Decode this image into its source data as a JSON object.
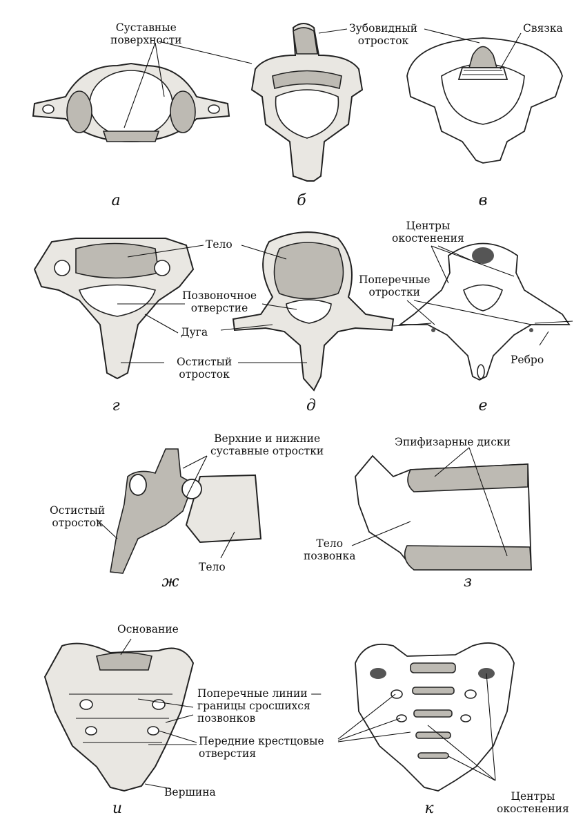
{
  "panels": {
    "a": {
      "letter": "а",
      "labels": {
        "articular": [
          "Суставные",
          "поверхности"
        ]
      }
    },
    "b": {
      "letter": "б",
      "labels": {
        "dens": [
          "Зубовидный",
          "отросток"
        ]
      }
    },
    "v": {
      "letter": "в",
      "labels": {
        "ligament": "Связка"
      }
    },
    "g": {
      "letter": "г"
    },
    "d": {
      "letter": "д"
    },
    "e": {
      "letter": "е",
      "labels": {
        "centers": [
          "Центры",
          "окостенения"
        ],
        "transverse": [
          "Поперечные",
          "отростки"
        ],
        "rib": "Ребро"
      }
    },
    "zh": {
      "letter": "ж",
      "labels": {
        "processes": [
          "Верхние и нижние",
          "суставные отростки"
        ],
        "spinous": [
          "Остистый",
          "отросток"
        ],
        "body": "Тело"
      }
    },
    "z": {
      "letter": "з",
      "labels": {
        "epiphyseal": "Эпифизарные диски",
        "vertebral_body": [
          "Тело",
          "позвонка"
        ]
      }
    },
    "i": {
      "letter": "и",
      "labels": {
        "base": "Основание",
        "lines": [
          "Поперечные линии —",
          "границы сросшихся",
          "позвонков"
        ],
        "foramina": [
          "Передние крестцовые",
          "отверстия"
        ],
        "apex": "Вершина"
      }
    },
    "k": {
      "letter": "к",
      "labels": {
        "centers": [
          "Центры",
          "окостенения"
        ]
      }
    }
  },
  "shared_labels": {
    "body": "Тело",
    "foramen": [
      "Позвоночное",
      "отверстие"
    ],
    "arch": "Дуга",
    "spinous": [
      "Остистый",
      "отросток"
    ]
  }
}
